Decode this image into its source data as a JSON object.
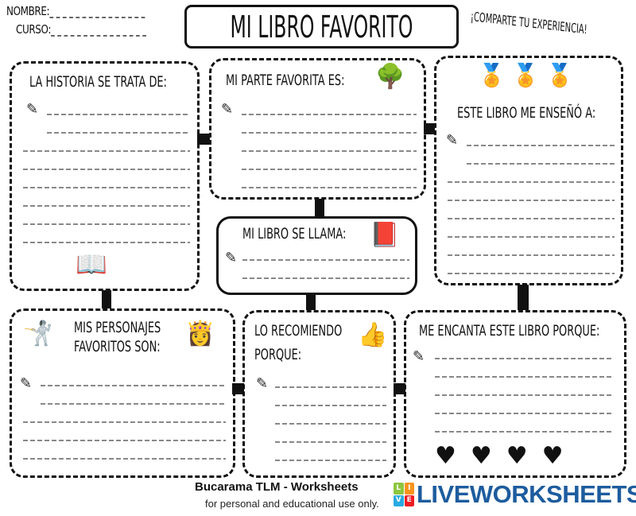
{
  "header": {
    "name_label": "NOMBRE:",
    "course_label": "CURSO:",
    "title": "MI LIBRO FAVORITO",
    "tagline": "¡COMPARTE TU EXPERIENCIA!"
  },
  "boxes": {
    "story": "LA HISTORIA SE TRATA DE:",
    "favorite_part": "MI PARTE FAVORITA ES:",
    "learned": "ESTE LIBRO ME ENSEÑÓ A:",
    "book_name": "MI LIBRO SE LLAMA:",
    "characters_1": "MIS PERSONAJES",
    "characters_2": "FAVORITOS SON:",
    "recommend_1": "LO RECOMIENDO",
    "recommend_2": "PORQUE:",
    "love": "ME ENCANTA ESTE LIBRO PORQUE:"
  },
  "footer": {
    "brand": "Bucarama TLM - Worksheets",
    "note": "for personal and educational use only.",
    "liveworksheets": "LIVEWORKSHEETS",
    "logo_letters": [
      "L",
      "I",
      "V",
      "E"
    ]
  }
}
